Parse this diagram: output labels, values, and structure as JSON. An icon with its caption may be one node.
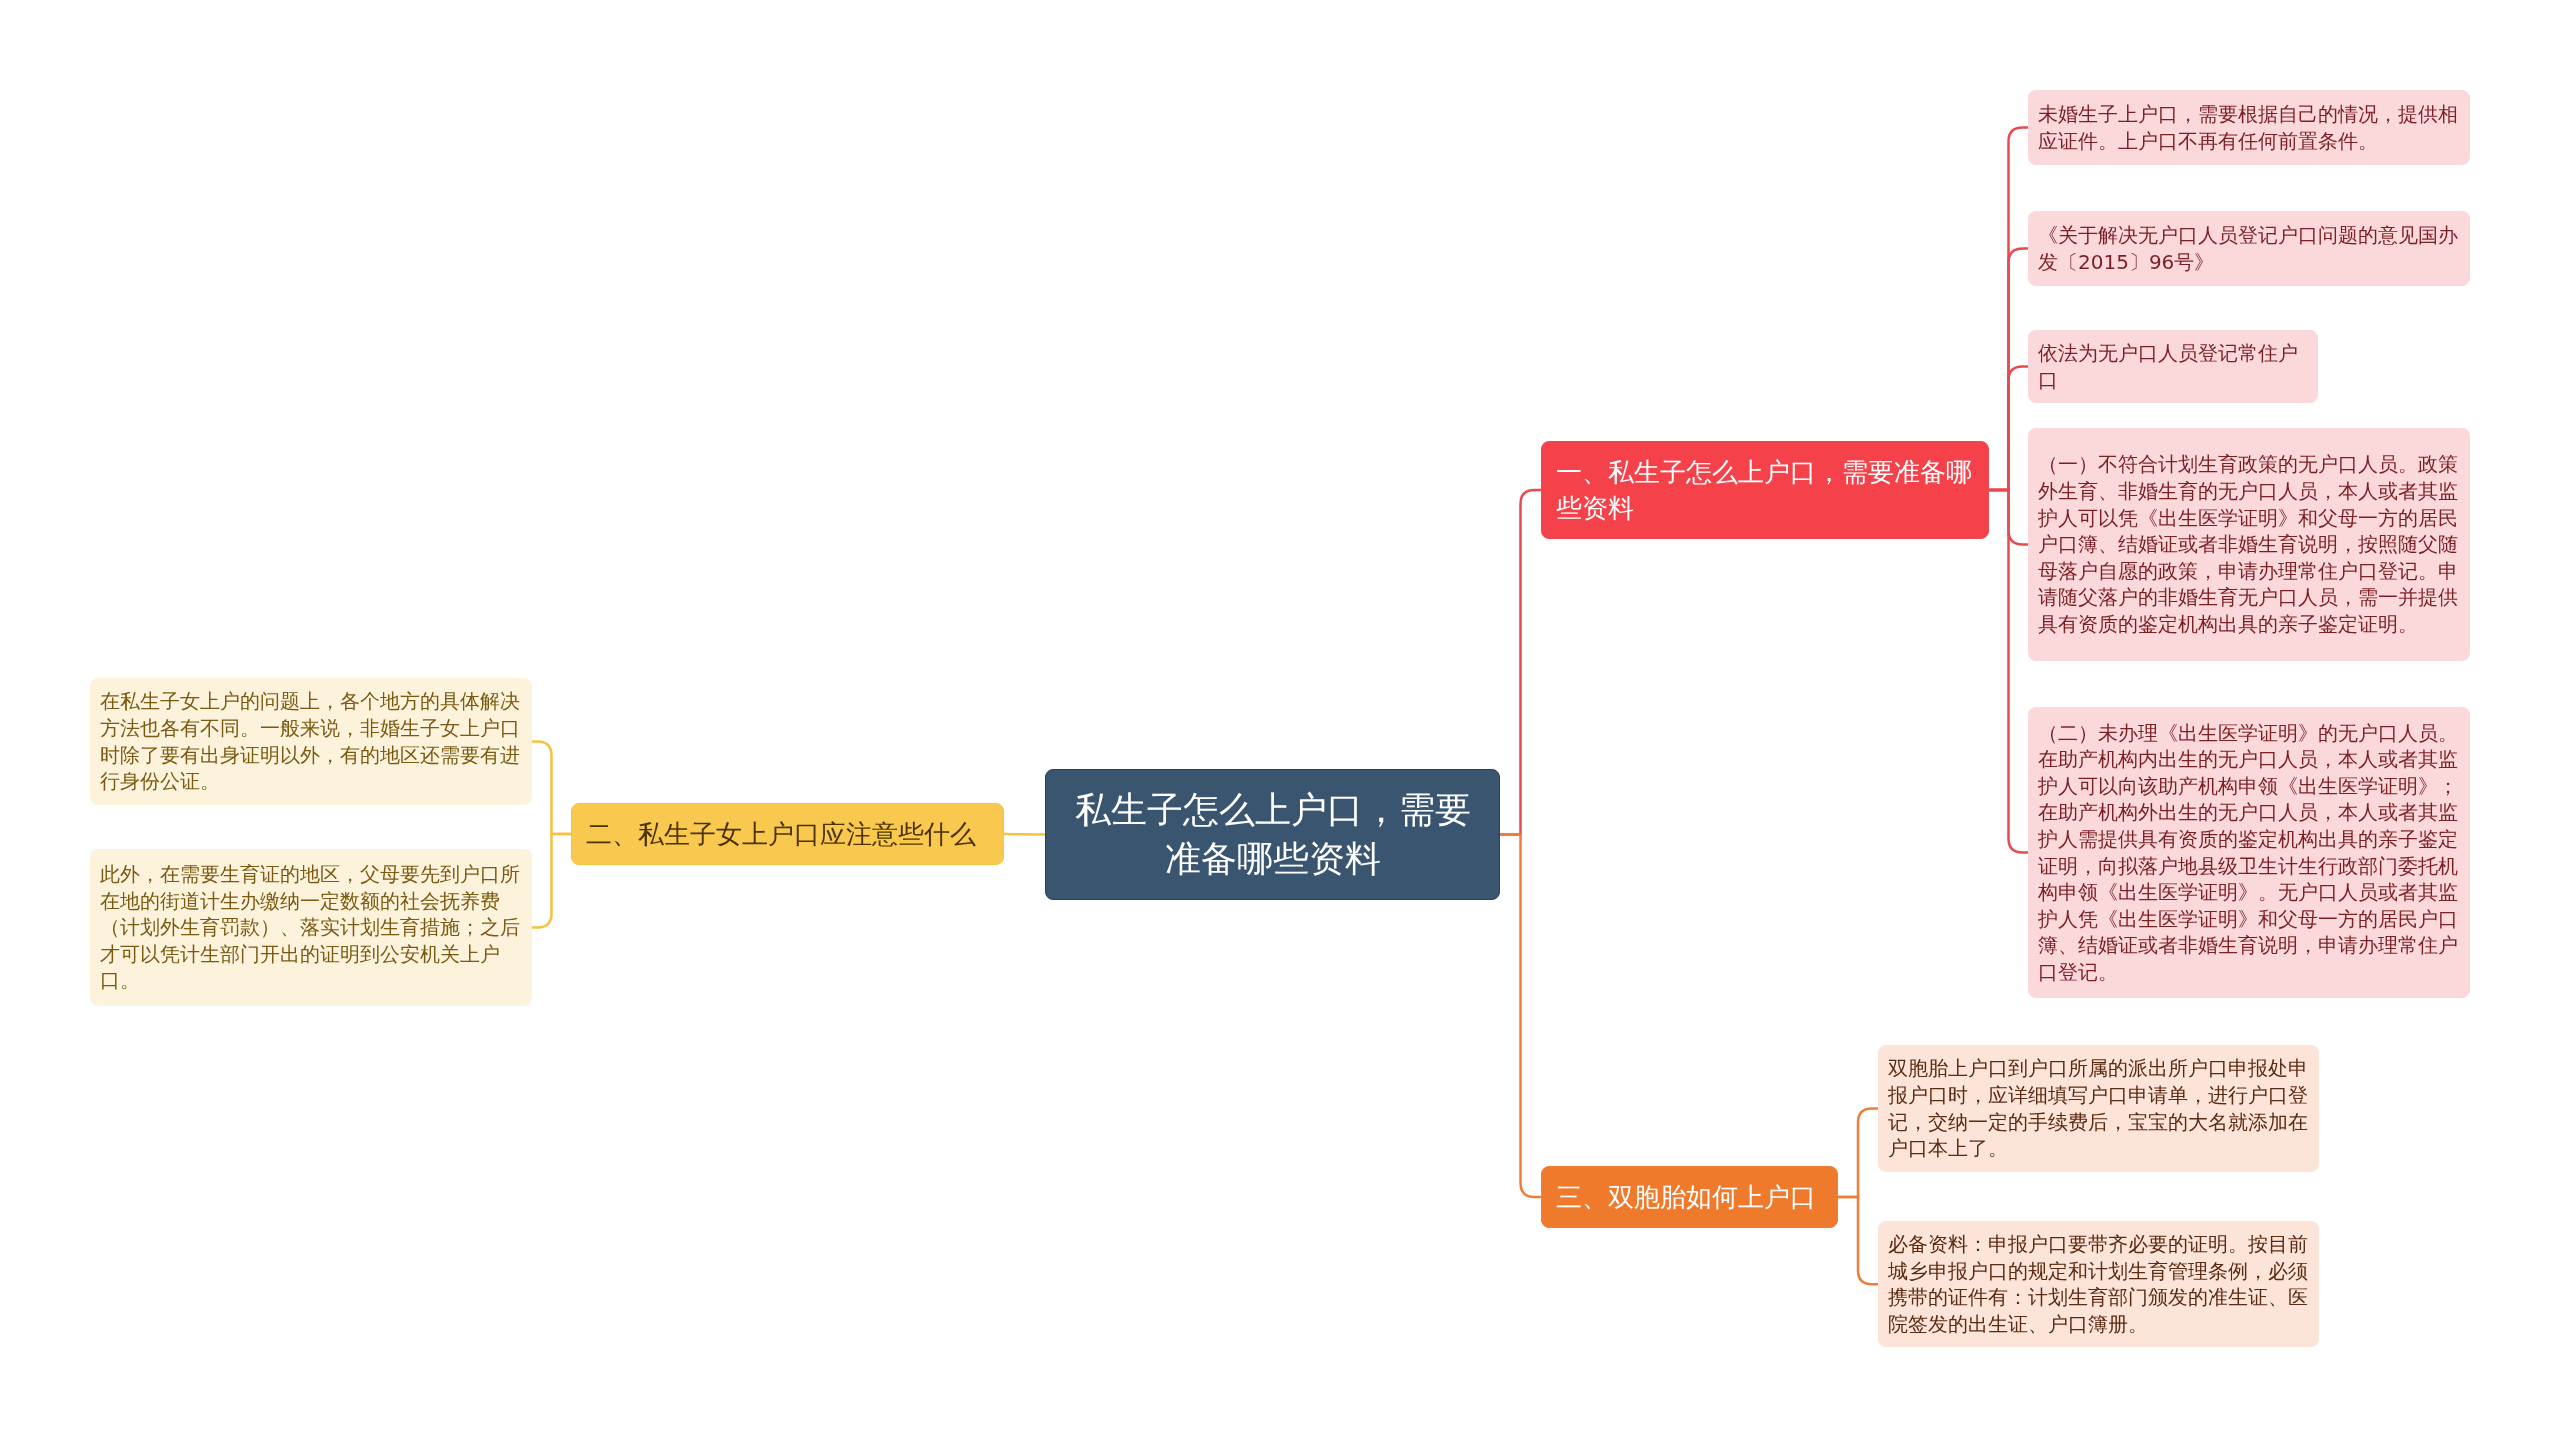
{
  "diagram": {
    "nodes": [
      {
        "text": [
          "私生子怎么上户口，需要准备哪些资料"
        ]
      },
      {
        "text": [
          "一、私生子怎么上户口，需要准备哪些资料"
        ]
      },
      {
        "text": [
          "未婚生子上户口，需要根据自己的情况，提供相应证件。上户口不再有任何前置条件。"
        ]
      },
      {
        "text": [
          "《关于解决无户口人员登记户口问题的意见国办发〔2015〕96号》"
        ]
      },
      {
        "text": [
          "依法为无户口人员登记常住户口"
        ]
      },
      {
        "text": [
          "（一）不符合计划生育政策的无户口人员。政策外生育、非婚生育的无户口人员，本人或者其监护人可以凭《出生医学证明》和父母一方的居民户口簿、结婚证或者非婚生育说明，按照随父随母落户自愿的政策，申请办理常住户口登记。申请随父落户的非婚生育无户口人员，需一并提供具有资质的鉴定机构出具的亲子鉴定证明。"
        ]
      },
      {
        "text": [
          "（二）未办理《出生医学证明》的无户口人员。在助产机构内出生的无户口人员，本人或者其监护人可以向该助产机构申领《出生医学证明》；在助产机构外出生的无户口人员，本人或者其监护人需提供具有资质的鉴定机构出具的亲子鉴定证明，向拟落户地县级卫生计生行政部门委托机构申领《出生医学证明》。无户口人员或者其监护人凭《出生医学证明》和父母一方的居民户口簿、结婚证或者非婚生育说明，申请办理常住户口登记。"
        ]
      },
      {
        "text": [
          "二、私生子女上户口应注意些什么"
        ]
      },
      {
        "text": [
          "在私生子女上户的问题上，各个地方的具体解决方法也各有不同。一般来说，非婚生子女上户口时除了要有出身证明以外，有的地区还需要有进行身份公证。"
        ]
      },
      {
        "text": [
          "此外，在需要生育证的地区，父母要先到户口所在地的街道计生办缴纳一定数额的社会抚养费（计划外生育罚款）、落实计划生育措施；之后才可以凭计生部门开出的证明到公安机关上户口。"
        ]
      },
      {
        "text": [
          "三、双胞胎如何上户口"
        ]
      },
      {
        "text": [
          "双胞胎上户口到户口所属的派出所户口申报处申报户口时，应详细填写户口申请单，进行户口登记，交纳一定的手续费后，宝宝的大名就添加在户口本上了。"
        ]
      },
      {
        "text": [
          "必备资料：申报户口要带齐必要的证明。按目前城乡申报户口的规定和计划生育管理条例，必须携带的证件有：计划生育部门颁发的准生证、医院签发的出生证、户口簿册。"
        ]
      }
    ],
    "edges": [
      {
        "from": 0,
        "to": 1,
        "arrow": "none"
      },
      {
        "from": 1,
        "to": 2,
        "arrow": "none"
      },
      {
        "from": 1,
        "to": 3,
        "arrow": "none"
      },
      {
        "from": 1,
        "to": 4,
        "arrow": "none"
      },
      {
        "from": 1,
        "to": 5,
        "arrow": "none"
      },
      {
        "from": 1,
        "to": 6,
        "arrow": "none"
      },
      {
        "from": 0,
        "to": 7,
        "arrow": "none",
        "color": "#f5c242"
      },
      {
        "from": 7,
        "to": 8,
        "arrow": "none",
        "color": "#f5c242"
      },
      {
        "from": 7,
        "to": 9,
        "arrow": "none",
        "color": "#f5c242"
      },
      {
        "from": 0,
        "to": 10,
        "arrow": "none",
        "color": "#ee7d3a"
      },
      {
        "from": 10,
        "to": 11,
        "arrow": "none",
        "color": "#ee7d3a"
      },
      {
        "from": 10,
        "to": 12,
        "arrow": "none",
        "color": "#ee7d3a"
      }
    ]
  }
}
